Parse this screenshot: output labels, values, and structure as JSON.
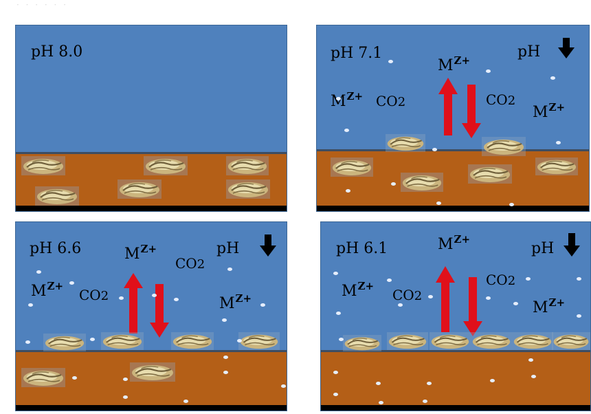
{
  "header_fragment": "· · · · · ·",
  "colors": {
    "water": "#4f81bd",
    "sediment": "#b45f17",
    "arrow": "#e0101a",
    "shell": "#cbb57e"
  },
  "panels": [
    {
      "ph": "pH 8.0"
    },
    {
      "ph": "pH 7.1",
      "metal": "M",
      "charge": "Z+",
      "co2_main": "CO",
      "co2_sub": "2",
      "ph_indicator": "pH"
    },
    {
      "ph": "pH 6.6",
      "metal": "M",
      "charge": "Z+",
      "co2_main": "CO",
      "co2_sub": "2",
      "ph_indicator": "pH"
    },
    {
      "ph": "pH 6.1",
      "metal": "M",
      "charge": "Z+",
      "co2_main": "CO",
      "co2_sub": "2",
      "ph_indicator": "pH"
    }
  ],
  "icons": {
    "up_arrow": "red-up-arrow-icon",
    "down_arrow": "red-down-arrow-icon",
    "ph_down": "black-down-arrow-icon",
    "shell": "shell-icon"
  }
}
